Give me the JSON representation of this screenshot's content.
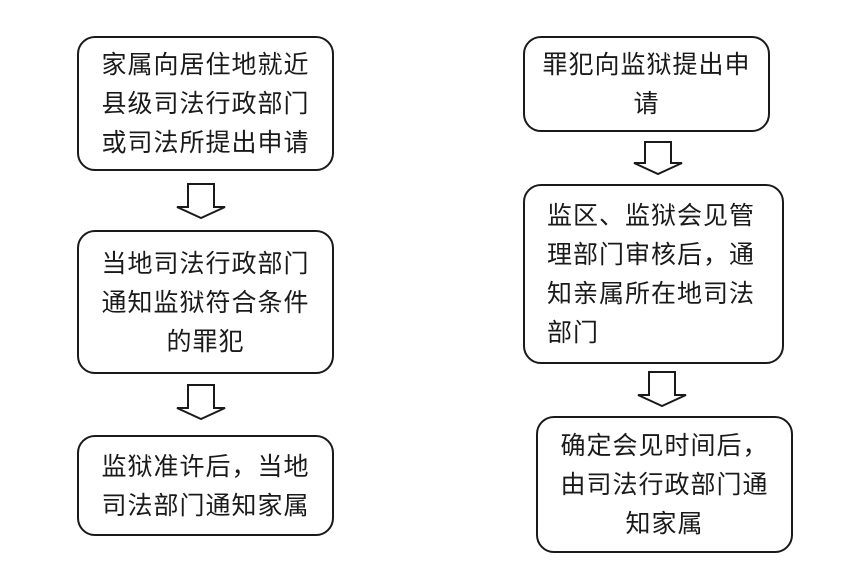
{
  "flowcharts": [
    {
      "name": "family-application-flow",
      "steps": [
        {
          "lines": [
            "家属向居住地就近",
            "县级司法行政部门",
            "或司法所提出申请"
          ]
        },
        {
          "lines": [
            "当地司法行政部门",
            "通知监狱符合条件",
            "的罪犯"
          ]
        },
        {
          "lines": [
            "监狱准许后，当地",
            "司法部门通知家属"
          ]
        }
      ]
    },
    {
      "name": "prisoner-application-flow",
      "steps": [
        {
          "lines": [
            "罪犯向监狱提出申",
            "请"
          ]
        },
        {
          "lines": [
            "监区、监狱会见管",
            "理部门审核后，通",
            "知亲属所在地司法",
            "部门"
          ]
        },
        {
          "lines": [
            "确定会见时间后，",
            "由司法行政部门通",
            "知家属"
          ]
        }
      ]
    }
  ],
  "arrow_icon": "hollow-down-arrow"
}
